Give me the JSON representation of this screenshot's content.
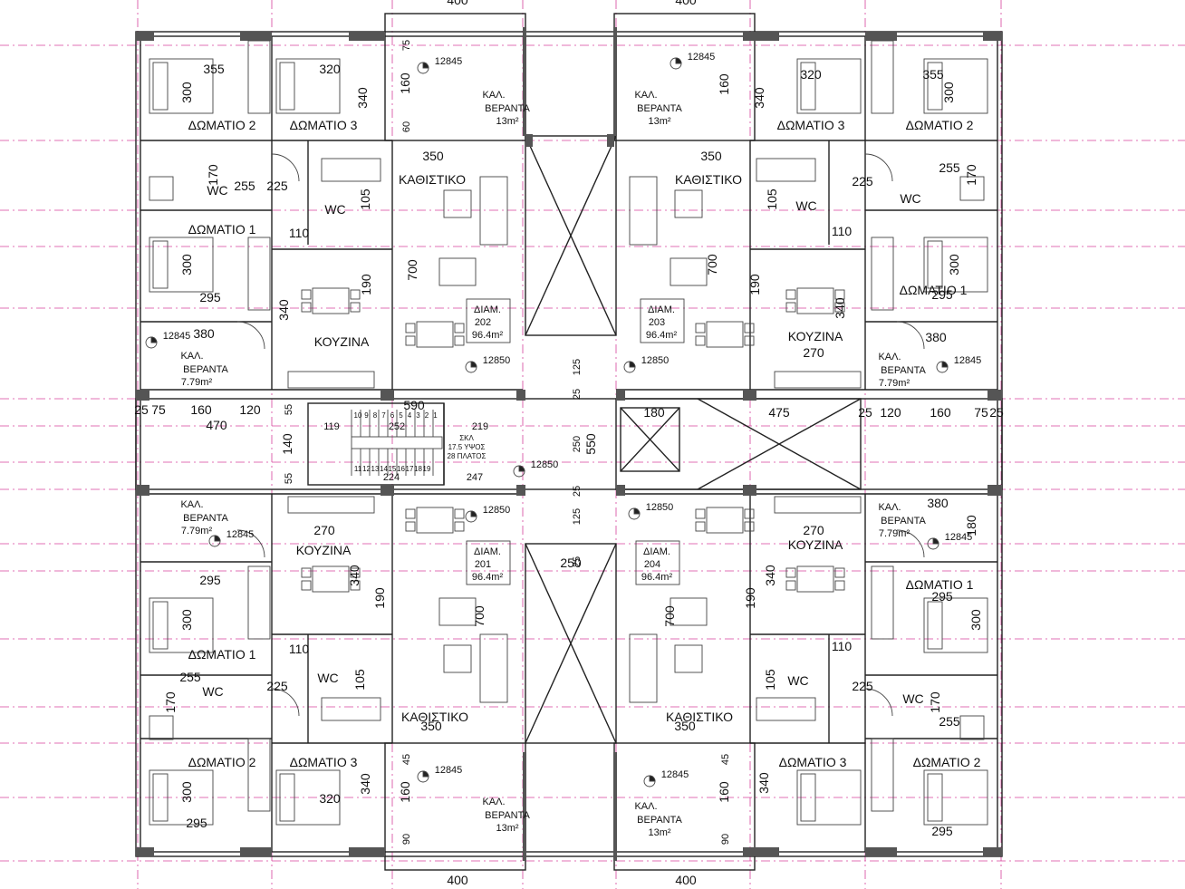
{
  "plan": {
    "top_dimensions": [
      "400",
      "400"
    ],
    "bottom_dimensions": [
      "400",
      "400"
    ],
    "units": [
      {
        "id": "202",
        "room_labels": [
          "ΔΩΜΑΤΙΟ 2",
          "ΔΩΜΑΤΙΟ 3",
          "ΔΩΜΑΤΙΟ 1",
          "ΚΑΘΙΣΤΙΚΟ",
          "ΚΟΥΖΙΝΑ",
          "WC",
          "WC"
        ],
        "veranda_large": {
          "line1": "ΚΑΛ.",
          "line2": "ΒΕΡΑΝΤΑ",
          "area": "13m²"
        },
        "veranda_small": {
          "line1": "ΚΑΛ.",
          "line2": "ΒΕΡΑΝΤΑ",
          "area": "7.79m²"
        },
        "apt": {
          "line1": "ΔΙΑΜ.",
          "line2": "202",
          "line3": "96.4m²"
        },
        "dims": [
          "355",
          "320",
          "300",
          "340",
          "350",
          "255",
          "170",
          "225",
          "105",
          "110",
          "700",
          "300",
          "190",
          "295",
          "340",
          "380",
          "75",
          "160",
          "60"
        ],
        "levels": [
          "12845",
          "12845",
          "12850"
        ]
      },
      {
        "id": "203",
        "room_labels": [
          "ΔΩΜΑΤΙΟ 3",
          "ΔΩΜΑΤΙΟ 2",
          "ΚΑΘΙΣΤΙΚΟ",
          "ΔΩΜΑΤΙΟ 1",
          "ΚΟΥΖΙΝΑ",
          "WC",
          "WC"
        ],
        "veranda_large": {
          "line1": "ΚΑΛ.",
          "line2": "ΒΕΡΑΝΤΑ",
          "area": "13m²"
        },
        "veranda_small": {
          "line1": "ΚΑΛ.",
          "line2": "ΒΕΡΑΝΤΑ",
          "area": "7.79m²"
        },
        "apt": {
          "line1": "ΔΙΑΜ.",
          "line2": "203",
          "line3": "96.4m²"
        },
        "dims": [
          "320",
          "355",
          "300",
          "340",
          "350",
          "255",
          "170",
          "225",
          "105",
          "110",
          "700",
          "300",
          "190",
          "295",
          "340",
          "270",
          "380",
          "160"
        ],
        "levels": [
          "12845",
          "12845",
          "12850"
        ]
      },
      {
        "id": "201",
        "room_labels": [
          "ΚΟΥΖΙΝΑ",
          "ΔΩΜΑΤΙΟ 1",
          "WC",
          "WC",
          "ΚΑΘΙΣΤΙΚΟ",
          "ΔΩΜΑΤΙΟ 2",
          "ΔΩΜΑΤΙΟ 3"
        ],
        "veranda_large": {
          "line1": "ΚΑΛ.",
          "line2": "ΒΕΡΑΝΤΑ",
          "area": "13m²"
        },
        "veranda_small": {
          "line1": "ΚΑΛ.",
          "line2": "ΒΕΡΑΝΤΑ",
          "area": "7.79m²"
        },
        "apt": {
          "line1": "ΔΙΑΜ.",
          "line2": "201",
          "line3": "96.4m²"
        },
        "dims": [
          "270",
          "295",
          "340",
          "300",
          "190",
          "110",
          "700",
          "255",
          "225",
          "105",
          "170",
          "350",
          "300",
          "320",
          "340",
          "295",
          "45",
          "160",
          "90"
        ],
        "levels": [
          "12845",
          "12850",
          "12845"
        ]
      },
      {
        "id": "204",
        "room_labels": [
          "ΚΟΥΖΙΝΑ",
          "ΔΩΜΑΤΙΟ 1",
          "WC",
          "WC",
          "ΚΑΘΙΣΤΙΚΟ",
          "ΔΩΜΑΤΙΟ 3",
          "ΔΩΜΑΤΙΟ 2"
        ],
        "veranda_large": {
          "line1": "ΚΑΛ.",
          "line2": "ΒΕΡΑΝΤΑ",
          "area": "13m²"
        },
        "veranda_small": {
          "line1": "ΚΑΛ.",
          "line2": "ΒΕΡΑΝΤΑ",
          "area": "7.79m²"
        },
        "apt": {
          "line1": "ΔΙΑΜ.",
          "line2": "204",
          "line3": "96.4m²"
        },
        "dims": [
          "380",
          "180",
          "270",
          "340",
          "190",
          "295",
          "300",
          "700",
          "110",
          "105",
          "225",
          "170",
          "255",
          "350",
          "340",
          "295",
          "45",
          "160",
          "90"
        ],
        "levels": [
          "12850",
          "12845",
          "12845"
        ]
      }
    ],
    "core": {
      "corridor_dims_left": [
        "25",
        "75",
        "160",
        "120",
        "470",
        "590",
        "55",
        "140",
        "55"
      ],
      "corridor_dims_right": [
        "180",
        "475",
        "25",
        "120",
        "160",
        "75",
        "25"
      ],
      "stair_dims": [
        "119",
        "252",
        "224",
        "219",
        "247"
      ],
      "stair_numbers": [
        "10",
        "9",
        "8",
        "7",
        "6",
        "5",
        "4",
        "3",
        "2",
        "1",
        "11",
        "12",
        "13",
        "14",
        "15",
        "16",
        "17",
        "18",
        "19"
      ],
      "stair_note": [
        "ΣΚΛ",
        "17.5 ΥΨΟΣ",
        "28 ΠΛΑΤΟΣ"
      ],
      "shaft_dims": [
        "125",
        "25",
        "250",
        "25",
        "125",
        "550",
        "250",
        "25"
      ],
      "core_level": "12850",
      "lift_dim": "180"
    }
  }
}
